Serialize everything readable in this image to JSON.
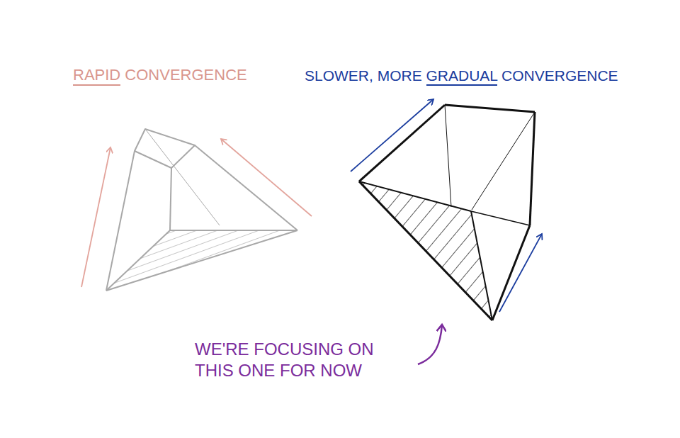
{
  "diagram": {
    "labels": [
      "RAPID CONVERGENCE",
      "SLOWER, MORE GRADUAL CONVERGENCE",
      "WE'RE FOCUSING ON THIS ONE FOR NOW"
    ]
  }
}
